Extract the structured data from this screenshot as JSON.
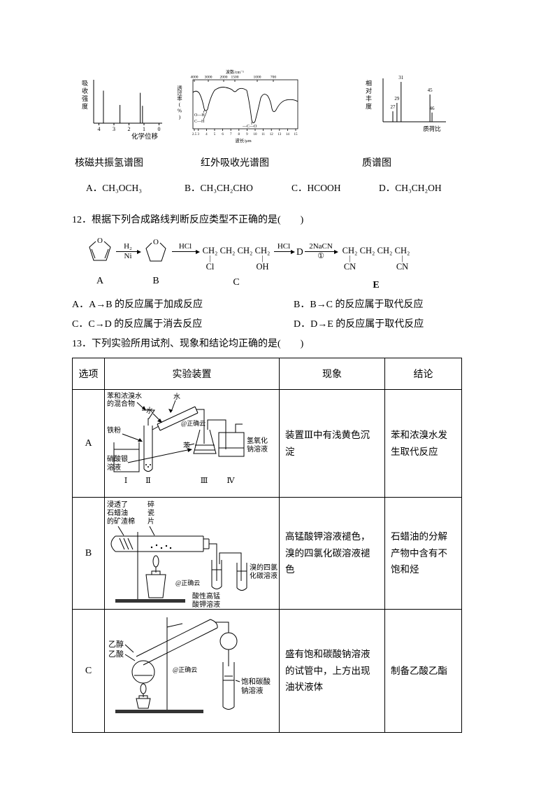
{
  "q11": {
    "nmr": {
      "ylabel": "吸收强度",
      "xlabel": "化学位移",
      "xticks": [
        "4",
        "3",
        "2",
        "1",
        "0"
      ],
      "caption": "核磁共振氢谱图"
    },
    "ir": {
      "top_label": "波数/cm⁻¹",
      "top_ticks": [
        "4000",
        "3000",
        "2000",
        "1500",
        "1000",
        "700"
      ],
      "ylabel": "透过率(%)",
      "xlabel": "波长/μm",
      "xticks": [
        "2.5",
        "3",
        "4",
        "5",
        "6",
        "7",
        "8",
        "9",
        "10",
        "11",
        "12",
        "13",
        "14",
        "15"
      ],
      "ann_oh": "O—H",
      "ann_ch": "C—H",
      "ann_co": "—C—O",
      "caption": "红外吸收光谱图"
    },
    "ms": {
      "ylabel": "相对丰度",
      "xlabel": "质荷比",
      "caption": "质谱图"
    },
    "options": [
      "A．CH₃OCH₃",
      "B．CH₃CH₂CHO",
      "C．HCOOH",
      "D．CH₃CH₂OH"
    ]
  },
  "q12": {
    "stem": "12．根据下列合成路线判断反应类型不正确的是(　　)",
    "route": {
      "o_atom": "O",
      "arrow1_top": "H₂",
      "arrow1_bottom": "Ni",
      "arrow2_top": "HCl",
      "arrow3_top": "HCl",
      "arrow4_top": "2NaCN",
      "arrow4_bottom": "①",
      "bond": "|",
      "chain": [
        "CH₂",
        "CH₂",
        "CH₂",
        "CH₂"
      ],
      "c_sub_left": "Cl",
      "c_sub_right": "OH",
      "e_sub_left": "CN",
      "e_sub_right": "CN",
      "label_a": "A",
      "label_b": "B",
      "label_c": "C",
      "label_d": "D",
      "label_e": "E"
    },
    "options": [
      "A．A→B 的反应属于加成反应",
      "B．B→C 的反应属于取代反应",
      "C．C→D 的反应属于消去反应",
      "D．D→E 的反应属于取代反应"
    ]
  },
  "q13": {
    "stem": "13．下列实验所用试剂、现象和结论均正确的是(　　)",
    "table": {
      "headers": [
        "选项",
        "实验装置",
        "现象",
        "结论"
      ],
      "rows": [
        {
          "option": "A",
          "phenomenon": "装置Ⅲ中有浅黄色沉淀",
          "conclusion": "苯和浓溴水发生取代反应",
          "apparatus": {
            "mixture_line1": "苯和浓溴水",
            "mixture_line2": "的混合物",
            "water1": "水",
            "water2": "水",
            "iron": "铁粉",
            "silver_line1": "硝酸银",
            "silver_line2": "溶液",
            "benzene": "苯",
            "naoh_line1": "氢氧化",
            "naoh_line2": "钠溶液",
            "num1": "Ⅰ",
            "num2": "Ⅱ",
            "num3": "Ⅲ",
            "num4": "Ⅳ",
            "watermark": "@正确云"
          }
        },
        {
          "option": "B",
          "phenomenon": "高锰酸钾溶液褪色，溴的四氯化碳溶液褪色",
          "conclusion": "石蜡油的分解产物中含有不饱和烃",
          "apparatus": {
            "wool_line1": "浸透了",
            "wool_line2": "石蜡油",
            "wool_line3": "的矿渣棉",
            "porc_line1": "碎",
            "porc_line2": "瓷",
            "porc_line3": "片",
            "kmno4_line1": "酸性高锰",
            "kmno4_line2": "酸钾溶液",
            "br2_line1": "溴的四氯",
            "br2_line2": "化碳溶液",
            "watermark": "@正确云"
          }
        },
        {
          "option": "C",
          "phenomenon": "盛有饱和碳酸钠溶液的试管中，上方出现油状液体",
          "conclusion": "制备乙酸乙酯",
          "apparatus": {
            "ethanol": "乙醇",
            "acid": "乙酸",
            "na2co3_line1": "饱和碳酸",
            "na2co3_line2": "钠溶液",
            "watermark": "@正确云"
          }
        }
      ]
    }
  },
  "chart_data": [
    {
      "type": "line",
      "title": "核磁共振氢谱图",
      "xlabel": "化学位移",
      "ylabel": "吸收强度",
      "x_range": [
        4,
        0
      ],
      "peaks": [
        {
          "shift": 3.7,
          "rel_height": 75
        },
        {
          "shift": 2.6,
          "rel_height": 42
        },
        {
          "shift": 1.25,
          "rel_height": 70
        },
        {
          "shift": 1.1,
          "rel_height": 40
        }
      ]
    },
    {
      "type": "line",
      "title": "红外吸收光谱图",
      "xlabel": "波长/μm",
      "ylabel": "透过率(%)",
      "top_axis": "波数/cm⁻¹",
      "top_ticks": [
        4000,
        3000,
        2000,
        1500,
        1000,
        700
      ],
      "x_ticks": [
        2.5,
        3,
        4,
        5,
        6,
        7,
        8,
        9,
        10,
        11,
        12,
        13,
        14,
        15
      ],
      "absorption_bands": [
        "O—H",
        "C—H",
        "—C—O"
      ]
    },
    {
      "type": "bar",
      "title": "质谱图",
      "xlabel": "质荷比",
      "ylabel": "相对丰度",
      "peaks": [
        {
          "mz": 27,
          "rel_height": 25
        },
        {
          "mz": 29,
          "rel_height": 45
        },
        {
          "mz": 31,
          "rel_height": 95
        },
        {
          "mz": 45,
          "rel_height": 65
        },
        {
          "mz": 46,
          "rel_height": 22
        }
      ]
    }
  ]
}
